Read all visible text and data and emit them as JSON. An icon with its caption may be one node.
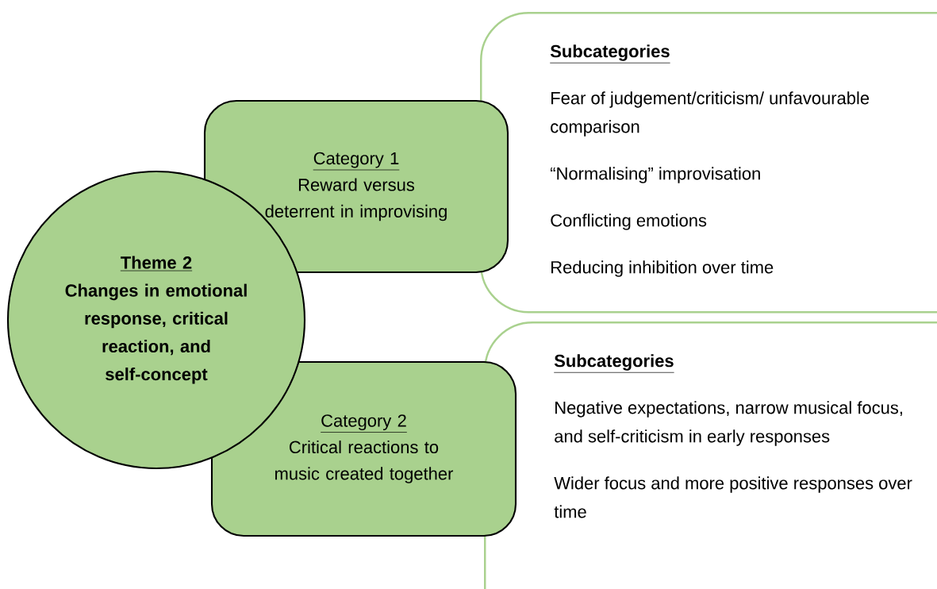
{
  "diagram": {
    "nodes": [
      {
        "text": [
          "Theme 2",
          "Changes in emotional response, critical reaction, and self-concept"
        ]
      },
      {
        "text": [
          "Category 1",
          "Reward versus deterrent in improvising"
        ]
      },
      {
        "text": [
          "Subcategories",
          "Fear of judgement/criticism/ unfavourable comparison",
          "“Normalising” improvisation",
          "Conflicting emotions",
          "Reducing inhibition over time"
        ]
      },
      {
        "text": [
          "Category 2",
          "Critical reactions to music created together"
        ]
      },
      {
        "text": [
          "Subcategories",
          "Negative expectations, narrow musical focus, and self-criticism in early responses",
          "Wider focus and more positive responses over time"
        ]
      }
    ]
  }
}
